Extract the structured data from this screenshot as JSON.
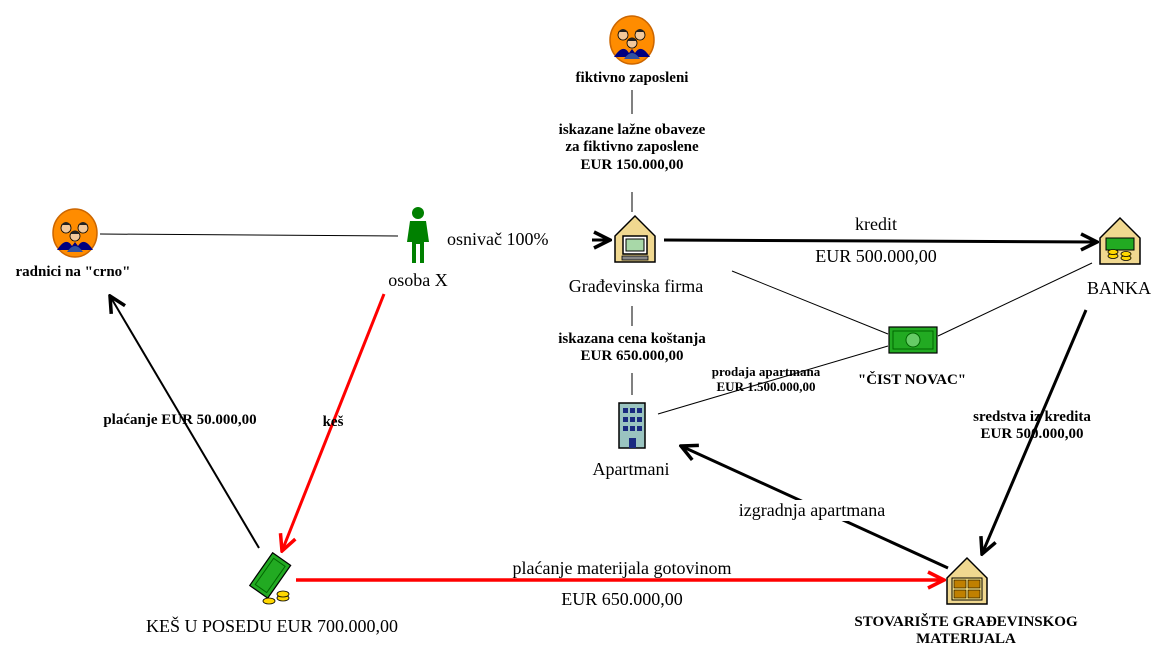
{
  "nodes": {
    "radnici": "radnici na \"crno\"",
    "osoba_x": "osoba X",
    "fiktivno": "fiktivno zaposleni",
    "firma": "Građevinska firma",
    "banka": "BANKA",
    "apartmani": "Apartmani",
    "cist_novac": "\"ČIST NOVAC\"",
    "kes": "KEŠ U POSEDU EUR 700.000,00",
    "stovariste_1": "STOVARIŠTE GRAĐEVINSKOG",
    "stovariste_2": "MATERIJALA"
  },
  "edges": {
    "obaveze_1": "iskazane lažne obaveze",
    "obaveze_2": "za fiktivno zaposlene",
    "obaveze_3": "EUR 150.000,00",
    "osnivac": "osnivač 100%",
    "kredit_1": "kredit",
    "kredit_2": "EUR 500.000,00",
    "cena_1": "iskazana cena koštanja",
    "cena_2": "EUR 650.000,00",
    "prodaja_1": "prodaja apartmana",
    "prodaja_2": "EUR 1.500.000,00",
    "placanje_50": "plaćanje EUR 50.000,00",
    "kes": "keš",
    "sredstva_1": "sredstva iz kredita",
    "sredstva_2": "EUR 500.000,00",
    "izgradnja": "izgradnja apartmana",
    "materijal_1": "plaćanje materijala gotovinom",
    "materijal_2": "EUR 650.000,00"
  },
  "colors": {
    "cash_flow": "#ff0000",
    "flow": "#000000",
    "person": "#008000",
    "money": "#22aa22"
  },
  "icons": {
    "radnici": "people-group-icon",
    "fiktivno": "people-group-icon",
    "osoba_x": "person-icon",
    "firma": "company-building-icon",
    "banka": "bank-icon",
    "apartmani": "apartment-building-icon",
    "cist_novac": "money-icon",
    "kes": "cash-icon",
    "stovariste": "warehouse-icon"
  }
}
